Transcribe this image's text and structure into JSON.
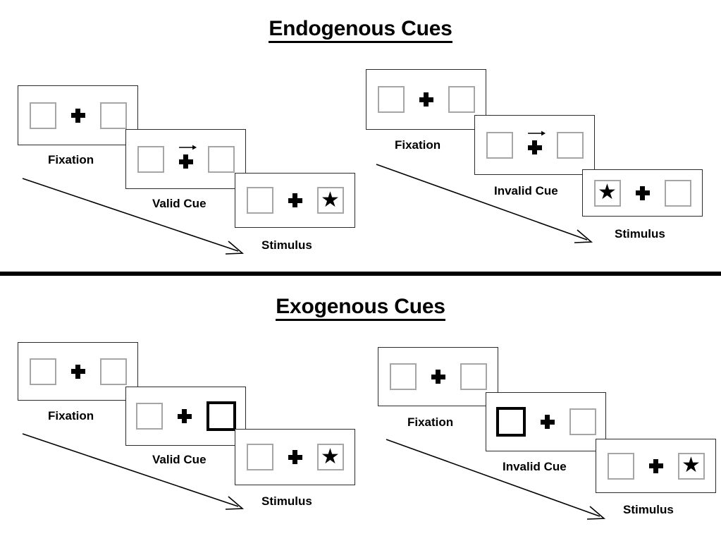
{
  "sections": [
    {
      "id": "endogenous",
      "title": "Endogenous Cues",
      "panels": [
        {
          "id": "endogenous-valid",
          "stages": [
            {
              "label": "Fixation",
              "cue": "none",
              "cue_side": "none",
              "target_side": "none"
            },
            {
              "label": "Valid Cue",
              "cue": "arrow-right",
              "cue_side": "right",
              "target_side": "none"
            },
            {
              "label": "Stimulus",
              "cue": "none",
              "cue_side": "none",
              "target_side": "right"
            }
          ]
        },
        {
          "id": "endogenous-invalid",
          "stages": [
            {
              "label": "Fixation",
              "cue": "none",
              "cue_side": "none",
              "target_side": "none"
            },
            {
              "label": "Invalid Cue",
              "cue": "arrow-right",
              "cue_side": "right",
              "target_side": "none"
            },
            {
              "label": "Stimulus",
              "cue": "none",
              "cue_side": "none",
              "target_side": "left"
            }
          ]
        }
      ]
    },
    {
      "id": "exogenous",
      "title": "Exogenous Cues",
      "panels": [
        {
          "id": "exogenous-valid",
          "stages": [
            {
              "label": "Fixation",
              "cue": "none",
              "cue_side": "none",
              "target_side": "none"
            },
            {
              "label": "Valid Cue",
              "cue": "box-flash",
              "cue_side": "right",
              "target_side": "none"
            },
            {
              "label": "Stimulus",
              "cue": "none",
              "cue_side": "none",
              "target_side": "right"
            }
          ]
        },
        {
          "id": "exogenous-invalid",
          "stages": [
            {
              "label": "Fixation",
              "cue": "none",
              "cue_side": "none",
              "target_side": "none"
            },
            {
              "label": "Invalid Cue",
              "cue": "box-flash",
              "cue_side": "left",
              "target_side": "none"
            },
            {
              "label": "Stimulus",
              "cue": "none",
              "cue_side": "none",
              "target_side": "right"
            }
          ]
        }
      ]
    }
  ],
  "glyphs": {
    "target_star": "★",
    "fixation_cross": "plus-icon",
    "cue_arrow": "arrow-right-icon",
    "flow_arrow": "diagonal-arrow-icon"
  },
  "colors": {
    "ink": "#000000",
    "frame_border": "#2b2b2b",
    "box_border": "#a6a6a6",
    "cue_border": "#000000",
    "background": "#ffffff"
  }
}
